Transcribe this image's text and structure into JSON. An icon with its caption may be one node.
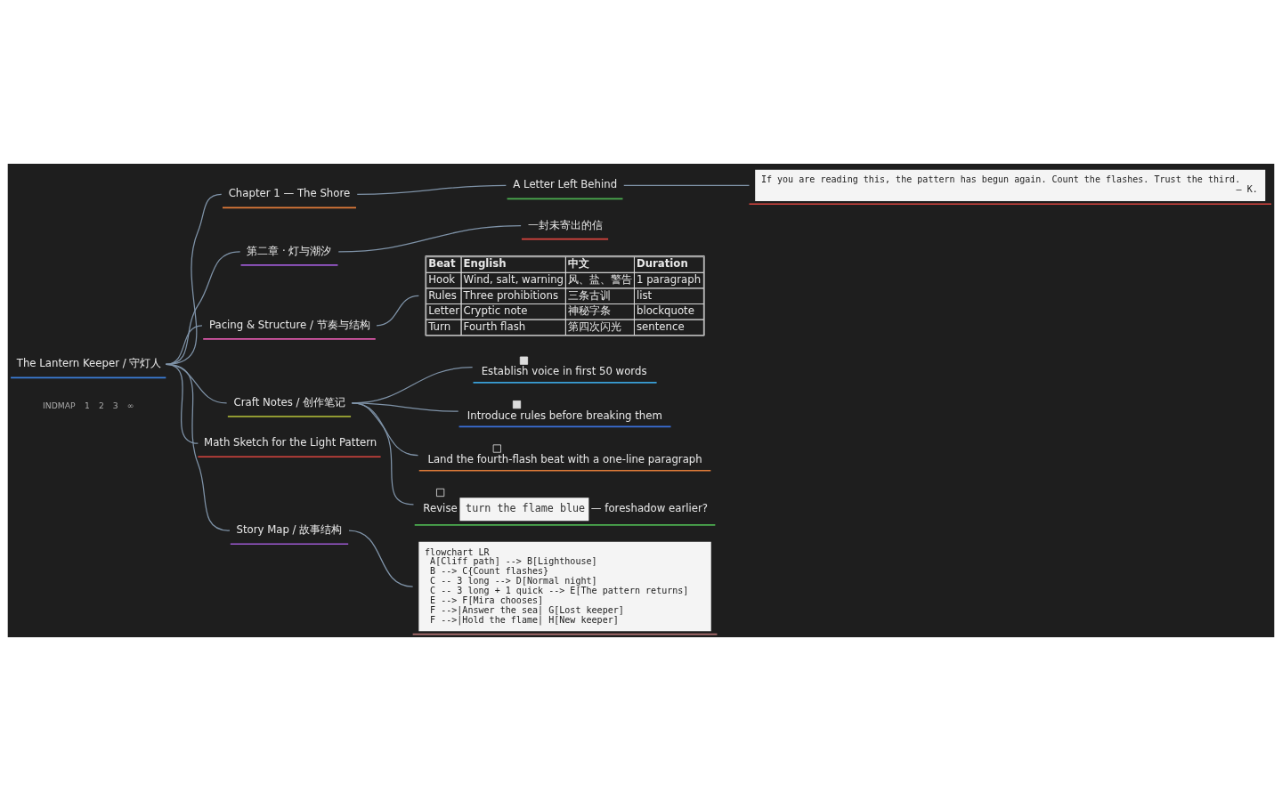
{
  "diagram": {
    "nodes": [
      {
        "text": [
          "The Lantern Keeper / 守灯人"
        ]
      },
      {
        "text": [
          "Chapter 1 — The Shore"
        ]
      },
      {
        "text": [
          "A Letter Left Behind"
        ]
      },
      {
        "text": [
          "If you are reading this, the pattern has begun again. Count the flashes. Trust the third.",
          "— K."
        ]
      },
      {
        "text": [
          "第二章 · 灯与潮汐"
        ]
      },
      {
        "text": [
          "一封未寄出的信"
        ]
      },
      {
        "text": [
          "Pacing & Structure / 节奏与结构"
        ]
      },
      {
        "text": [
          "Beat",
          "English",
          "中文",
          "Duration",
          "Hook",
          "Wind, salt, warning",
          "风、盐、警告",
          "1 paragraph",
          "Rules",
          "Three prohibitions",
          "三条古训",
          "list",
          "Letter",
          "Cryptic note",
          "神秘字条",
          "blockquote",
          "Turn",
          "Fourth flash",
          "第四次闪光",
          "sentence"
        ]
      },
      {
        "text": [
          "Craft Notes / 创作笔记"
        ]
      },
      {
        "text": [
          "Establish voice in first 50 words"
        ]
      },
      {
        "text": [
          "Introduce rules before breaking them"
        ]
      },
      {
        "text": [
          "Land the fourth-flash beat with a one-line paragraph"
        ]
      },
      {
        "text": [
          "Revise",
          "turn the flame blue",
          "— foreshadow earlier?"
        ]
      },
      {
        "text": [
          "Math Sketch for the Light Pattern"
        ]
      },
      {
        "text": [
          "Story Map / 故事结构"
        ]
      },
      {
        "text": [
          "flowchart LR",
          "A[Cliff path] --> B[Lighthouse]",
          "B --> C{Count flashes}",
          "C -- 3 long --> D[Normal night]",
          "C -- 3 long + 1 quick --> E[The pattern returns]",
          "E --> F[Mira chooses]",
          "F -->|Answer the sea| G[Lost keeper]",
          "F -->|Hold the flame| H[New keeper]"
        ]
      }
    ],
    "edges": [
      {
        "from": 0,
        "to": 1,
        "arrow": "none"
      },
      {
        "from": 1,
        "to": 2,
        "arrow": "none"
      },
      {
        "from": 2,
        "to": 3,
        "arrow": "none"
      },
      {
        "from": 0,
        "to": 4,
        "arrow": "none"
      },
      {
        "from": 4,
        "to": 5,
        "arrow": "none"
      },
      {
        "from": 0,
        "to": 6,
        "arrow": "none"
      },
      {
        "from": 6,
        "to": 7,
        "arrow": "none"
      },
      {
        "from": 0,
        "to": 8,
        "arrow": "none"
      },
      {
        "from": 8,
        "to": 9,
        "arrow": "none"
      },
      {
        "from": 8,
        "to": 10,
        "arrow": "none"
      },
      {
        "from": 8,
        "to": 11,
        "arrow": "none"
      },
      {
        "from": 8,
        "to": 12,
        "arrow": "none"
      },
      {
        "from": 0,
        "to": 13,
        "arrow": "none"
      },
      {
        "from": 0,
        "to": 14,
        "arrow": "none"
      },
      {
        "from": 14,
        "to": 15,
        "arrow": "none"
      }
    ],
    "labels": [
      "INDMAP",
      "1",
      "2",
      "3",
      "∞"
    ]
  }
}
